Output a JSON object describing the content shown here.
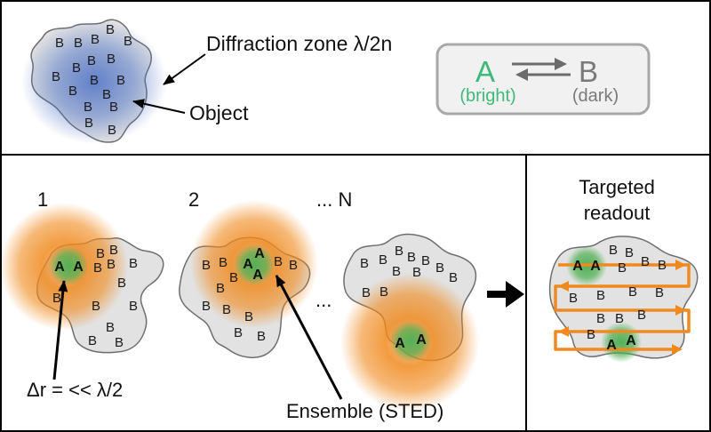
{
  "top_panel": {
    "diffraction_label": "Diffraction zone λ/2n",
    "object_label": "Object",
    "object_letters": [
      "B",
      "B",
      "B",
      "B",
      "B",
      "B",
      "B",
      "B",
      "B",
      "B",
      "B",
      "B",
      "B",
      "B",
      "B",
      "B",
      "B"
    ],
    "legend": {
      "bright_symbol": "A",
      "bright_label": "(bright)",
      "dark_symbol": "B",
      "dark_label": "(dark)"
    }
  },
  "ensemble_panel": {
    "steps": [
      {
        "label": "1",
        "letters": [
          "A",
          "A",
          "B",
          "B",
          "B",
          "B",
          "B",
          "B",
          "B",
          "B",
          "B",
          "B",
          "B",
          "B"
        ]
      },
      {
        "label": "2",
        "letters": [
          "B",
          "B",
          "A",
          "A",
          "A",
          "B",
          "B",
          "B",
          "B",
          "B",
          "B",
          "B",
          "B",
          "B"
        ]
      },
      {
        "label": "... N",
        "letters": [
          "B",
          "B",
          "B",
          "B",
          "B",
          "B",
          "B",
          "B",
          "B",
          "B",
          "B",
          "A",
          "A"
        ]
      }
    ],
    "ellipsis": "...",
    "resolution_label": "Δr = << λ/2",
    "ensemble_label": "Ensemble (STED)"
  },
  "readout_panel": {
    "title_line_1": "Targeted",
    "title_line_2": "readout",
    "letters": [
      "A",
      "A",
      "B",
      "B",
      "B",
      "B",
      "B",
      "B",
      "B",
      "B",
      "B",
      "B",
      "B",
      "B",
      "B",
      "A",
      "A"
    ]
  },
  "colors": {
    "diffraction_glow": "#4a6fc4",
    "depletion_glow": "#f08a1e",
    "bright_glow": "#4caf50",
    "bright_state": "#3dba7a",
    "dark_state": "#7a7a7a",
    "scan_path": "#f08a1e"
  }
}
